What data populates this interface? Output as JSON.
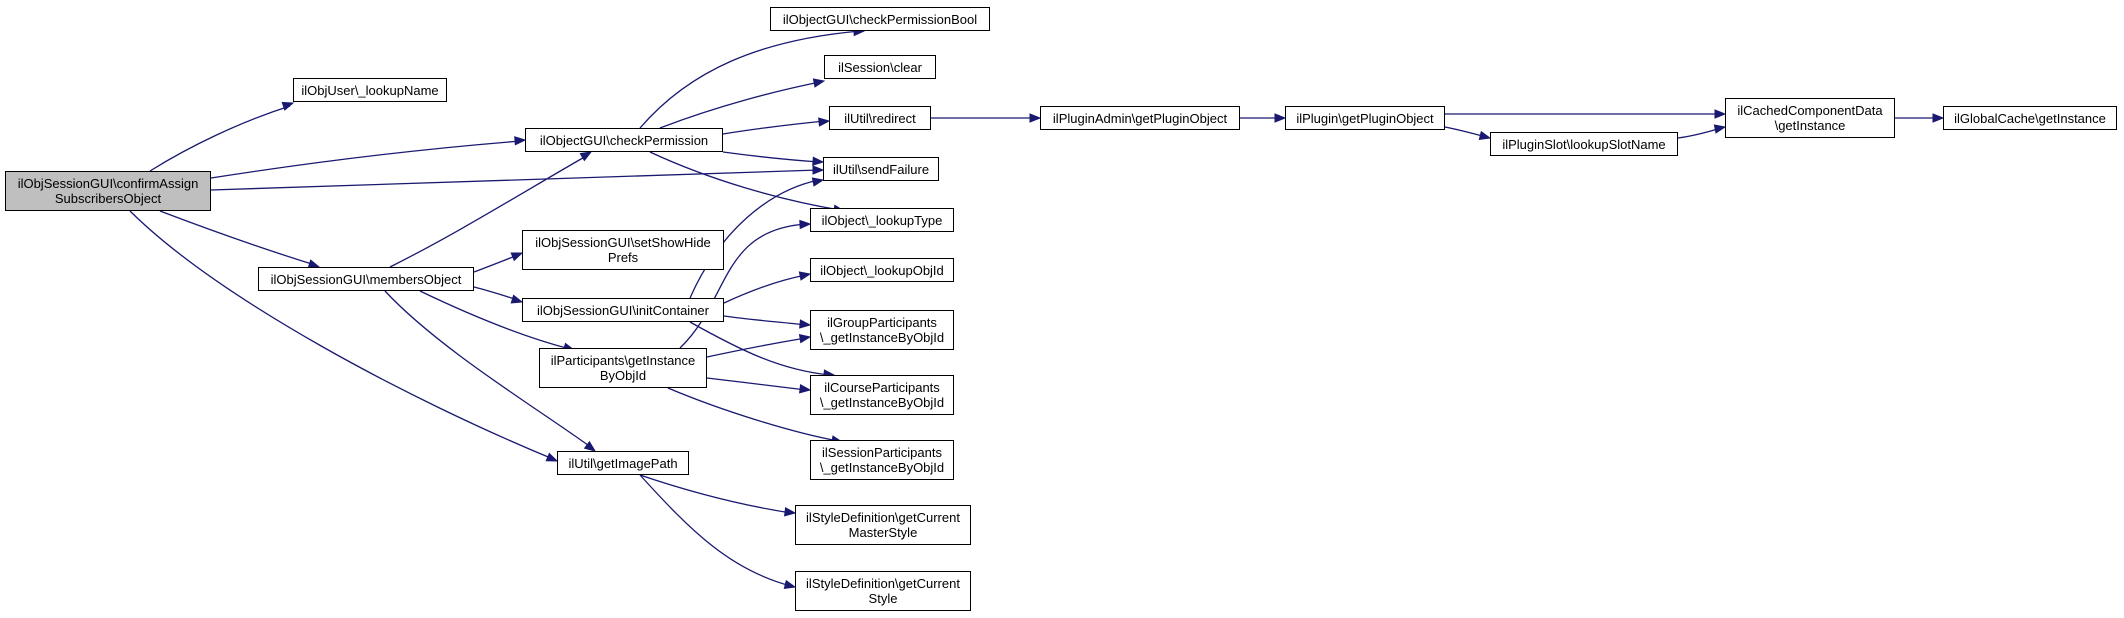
{
  "graph": {
    "edge_color": "#191970",
    "root_fill": "#bfbfbf",
    "nodes": [
      {
        "id": "root",
        "lines": [
          "ilObjSessionGUI\\confirmAssign",
          "SubscribersObject"
        ]
      },
      {
        "id": "lookupName",
        "lines": [
          "ilObjUser\\_lookupName"
        ]
      },
      {
        "id": "checkPermission",
        "lines": [
          "ilObjectGUI\\checkPermission"
        ]
      },
      {
        "id": "membersObject",
        "lines": [
          "ilObjSessionGUI\\membersObject"
        ]
      },
      {
        "id": "getImagePath",
        "lines": [
          "ilUtil\\getImagePath"
        ]
      },
      {
        "id": "checkPermissionBool",
        "lines": [
          "ilObjectGUI\\checkPermissionBool"
        ]
      },
      {
        "id": "sessionClear",
        "lines": [
          "ilSession\\clear"
        ]
      },
      {
        "id": "redirect",
        "lines": [
          "ilUtil\\redirect"
        ]
      },
      {
        "id": "sendFailure",
        "lines": [
          "ilUtil\\sendFailure"
        ]
      },
      {
        "id": "lookupType",
        "lines": [
          "ilObject\\_lookupType"
        ]
      },
      {
        "id": "setShowHidePrefs",
        "lines": [
          "ilObjSessionGUI\\setShowHide",
          "Prefs"
        ]
      },
      {
        "id": "initContainer",
        "lines": [
          "ilObjSessionGUI\\initContainer"
        ]
      },
      {
        "id": "participantsGetInstance",
        "lines": [
          "ilParticipants\\getInstance",
          "ByObjId"
        ]
      },
      {
        "id": "lookupObjId",
        "lines": [
          "ilObject\\_lookupObjId"
        ]
      },
      {
        "id": "groupParticipants",
        "lines": [
          "ilGroupParticipants",
          "\\_getInstanceByObjId"
        ]
      },
      {
        "id": "courseParticipants",
        "lines": [
          "ilCourseParticipants",
          "\\_getInstanceByObjId"
        ]
      },
      {
        "id": "sessionParticipants",
        "lines": [
          "ilSessionParticipants",
          "\\_getInstanceByObjId"
        ]
      },
      {
        "id": "currentMasterStyle",
        "lines": [
          "ilStyleDefinition\\getCurrent",
          "MasterStyle"
        ]
      },
      {
        "id": "currentStyle",
        "lines": [
          "ilStyleDefinition\\getCurrent",
          "Style"
        ]
      },
      {
        "id": "pluginAdminGetPluginObject",
        "lines": [
          "ilPluginAdmin\\getPluginObject"
        ]
      },
      {
        "id": "pluginGetPluginObject",
        "lines": [
          "ilPlugin\\getPluginObject"
        ]
      },
      {
        "id": "lookupSlotName",
        "lines": [
          "ilPluginSlot\\lookupSlotName"
        ]
      },
      {
        "id": "cachedComponentData",
        "lines": [
          "ilCachedComponentData",
          "\\getInstance"
        ]
      },
      {
        "id": "globalCache",
        "lines": [
          "ilGlobalCache\\getInstance"
        ]
      }
    ]
  }
}
